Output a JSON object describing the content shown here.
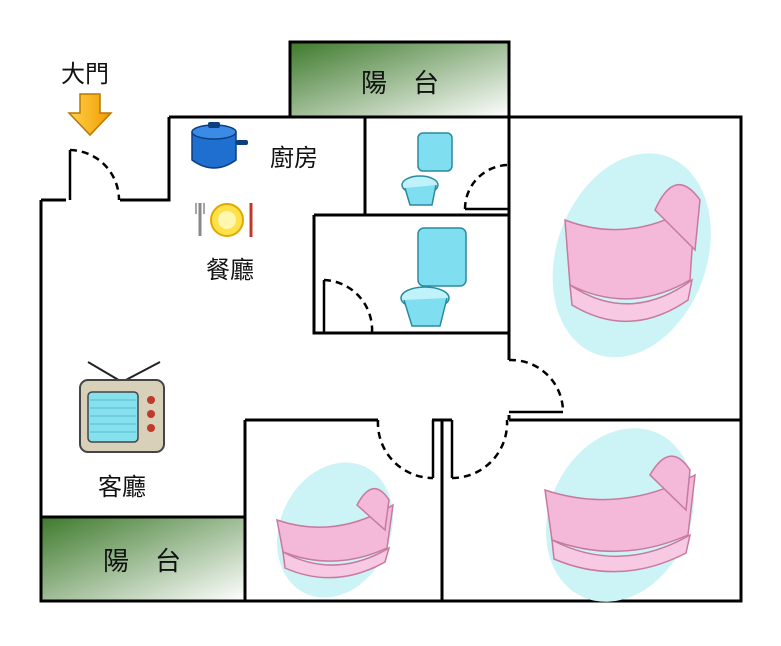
{
  "plan": {
    "entrance_label": "大門",
    "kitchen_label": "廚房",
    "dining_label": "餐廳",
    "living_label": "客廳",
    "balcony_top_label": "陽　台",
    "balcony_bottom_label": "陽　台"
  },
  "colors": {
    "wall": "#000000",
    "balcony_dark": "#3e7a2c",
    "balcony_light": "#ffffff",
    "arrow": "#f5b400",
    "pot": "#1f6fd0",
    "toilet": "#7fdff0",
    "cradle": "#f4b8d8",
    "tv_screen": "#86e0ee"
  }
}
